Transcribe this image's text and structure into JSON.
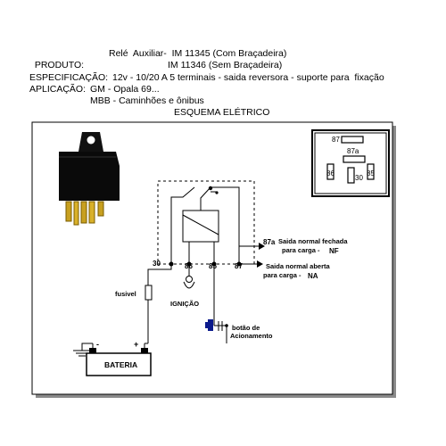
{
  "header": {
    "produto_label": "PRODUTO:",
    "produto_line1": "Relé  Auxiliar-  IM 11345 (Com Braçadeira)",
    "produto_line2": "IM 11346 (Sem Braçadeira)",
    "especificacao_label": "ESPECIFICAÇÃO:",
    "especificacao_value": "12v - 10/20 A 5 terminais - saida reversora - suporte para  fixação",
    "aplicacao_label": "APLICAÇÃO:",
    "aplicacao_value1": "GM - Opala 69...",
    "aplicacao_value2": "MBB - Caminhões e ônibus"
  },
  "schematic": {
    "title": "ESQUEMA ELÉTRICO",
    "pin_87a": "87a",
    "pin_87": "87",
    "pin_86": "86",
    "pin_85": "85",
    "pin_30": "30",
    "nf_line1": "Saida normal fechada",
    "nf_line2": "para carga -",
    "nf_suffix": "NF",
    "na_line1": "Saida normal aberta",
    "na_line2": "para carga -",
    "na_suffix": "NA",
    "fusivel": "fusivel",
    "ignicao": "IGNIÇÃO",
    "botao_line1": "botão de",
    "botao_line2": "Acionamento",
    "bateria": "BATERIA",
    "minus": "-",
    "plus": "+"
  },
  "connector": {
    "pin_87": "87",
    "pin_87a": "87a",
    "pin_86": "86",
    "pin_85": "85",
    "pin_30": "30"
  }
}
